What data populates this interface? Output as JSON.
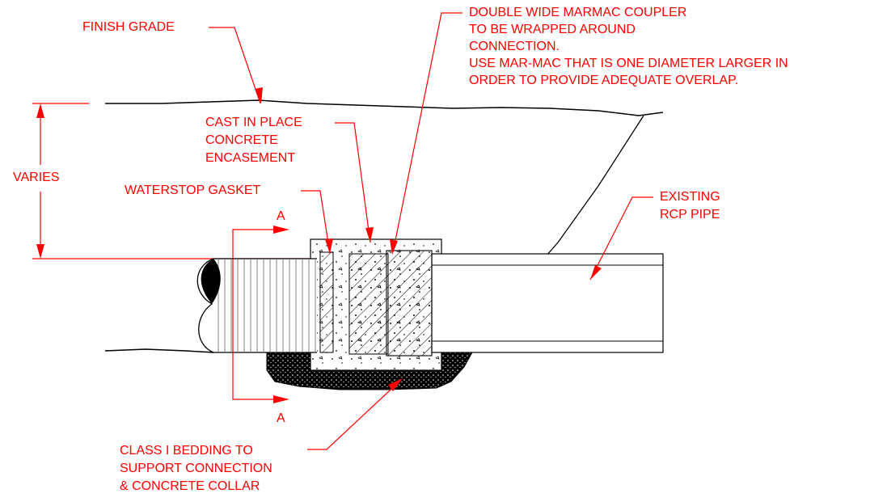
{
  "colors": {
    "annotation": "#ff0000",
    "linework": "#000000",
    "background": "#ffffff"
  },
  "labels": {
    "finish_grade": "FINISH GRADE",
    "coupler": [
      "DOUBLE WIDE MARMAC COUPLER",
      "TO BE WRAPPED AROUND",
      "CONNECTION.",
      "USE MAR-MAC THAT IS ONE DIAMETER LARGER IN",
      "ORDER TO PROVIDE ADEQUATE OVERLAP."
    ],
    "encasement": [
      "CAST IN PLACE",
      "CONCRETE",
      "ENCASEMENT"
    ],
    "varies": "VARIES",
    "waterstop": "WATERSTOP GASKET",
    "section_top": "A",
    "section_bottom": "A",
    "existing_pipe": [
      "EXISTING",
      "RCP PIPE"
    ],
    "bedding": [
      "CLASS I BEDDING TO",
      "SUPPORT CONNECTION",
      "& CONCRETE COLLAR"
    ]
  }
}
